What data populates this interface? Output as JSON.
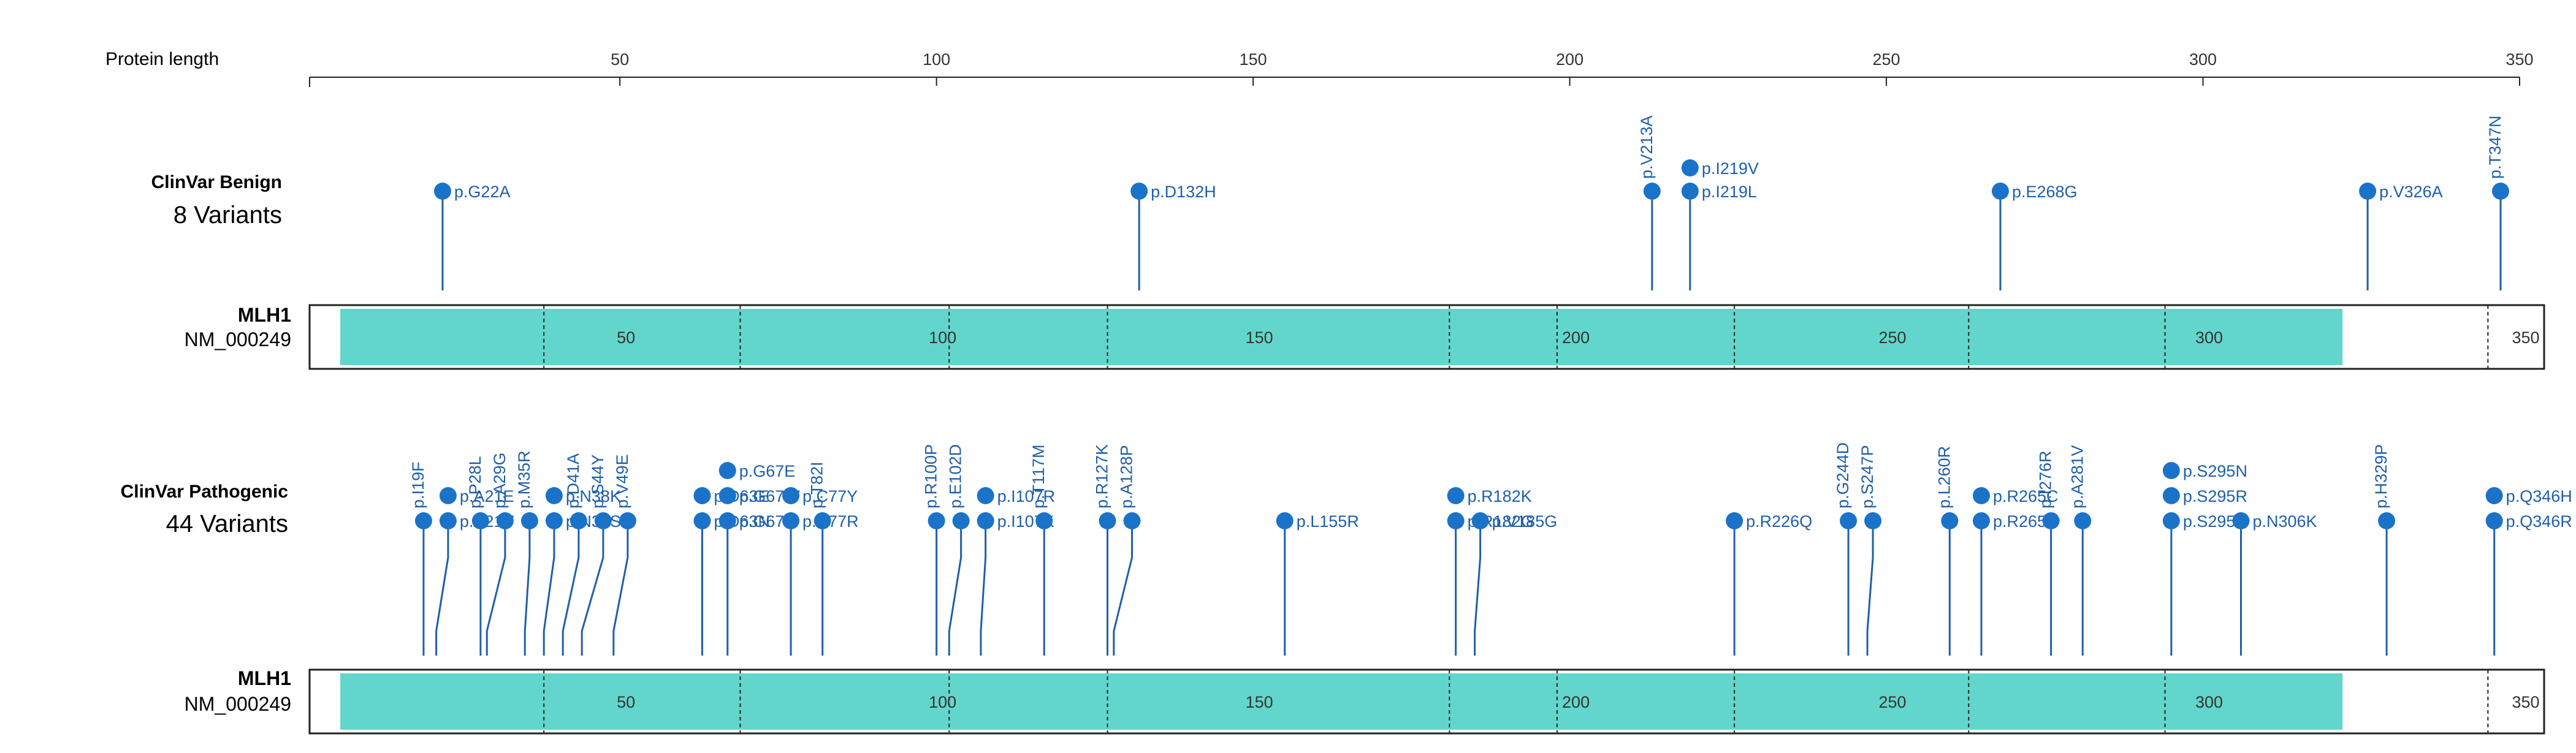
{
  "colors": {
    "marker": "#1a73c8",
    "stem": "#1f5fa8",
    "label": "#1f5fa8",
    "protein_fill": "#62d6cc",
    "protein_border": "#222222",
    "text": "#000000"
  },
  "header": {
    "axis_label": "Protein length"
  },
  "tracks": {
    "benign": {
      "title": "ClinVar Benign",
      "count_text": "8 Variants"
    },
    "pathogenic": {
      "title": "ClinVar Pathogenic",
      "count_text": "44 Variants"
    }
  },
  "gene": {
    "name": "MLH1",
    "transcript": "NM_000249"
  },
  "chart_data": {
    "type": "scatter",
    "title": "",
    "xlabel": "Protein length",
    "ylabel": "",
    "xlim": [
      1,
      350
    ],
    "axis_ticks": [
      50,
      100,
      150,
      200,
      250,
      300,
      350
    ],
    "protein": {
      "start": 1,
      "end": 320,
      "length": 350,
      "tick_labels": [
        50,
        100,
        150,
        200,
        250,
        300,
        350
      ]
    },
    "benign_variants": [
      {
        "pos": 22,
        "labels": [
          "p.G22A"
        ],
        "rotated": false
      },
      {
        "pos": 132,
        "labels": [
          "p.D132H"
        ],
        "rotated": false
      },
      {
        "pos": 213,
        "labels": [
          "p.V213A"
        ],
        "rotated": true
      },
      {
        "pos": 219,
        "labels": [
          "p.I219L",
          "p.I219V"
        ],
        "rotated": false
      },
      {
        "pos": 268,
        "labels": [
          "p.E268G"
        ],
        "rotated": false
      },
      {
        "pos": 326,
        "labels": [
          "p.V326A"
        ],
        "rotated": false
      },
      {
        "pos": 347,
        "labels": [
          "p.T347N"
        ],
        "rotated": true
      }
    ],
    "pathogenic_variants": [
      {
        "pos": 19,
        "labels": [
          "p.I19F"
        ],
        "rotated": true
      },
      {
        "pos": 21,
        "labels": [
          "p.A21V",
          "p.A21E"
        ],
        "rotated": false
      },
      {
        "pos": 28,
        "labels": [
          "p.P28L"
        ],
        "rotated": true
      },
      {
        "pos": 29,
        "labels": [
          "p.A29G"
        ],
        "rotated": true
      },
      {
        "pos": 35,
        "labels": [
          "p.M35R"
        ],
        "rotated": true
      },
      {
        "pos": 38,
        "labels": [
          "p.N38S",
          "p.N38K"
        ],
        "rotated": false
      },
      {
        "pos": 41,
        "labels": [
          "p.D41A"
        ],
        "rotated": true
      },
      {
        "pos": 44,
        "labels": [
          "p.S44Y"
        ],
        "rotated": true
      },
      {
        "pos": 49,
        "labels": [
          "p.V49E"
        ],
        "rotated": true
      },
      {
        "pos": 63,
        "labels": [
          "p.D63N",
          "p.D63E"
        ],
        "rotated": false
      },
      {
        "pos": 67,
        "labels": [
          "p.G67R",
          "p.G67W",
          "p.G67E"
        ],
        "rotated": false
      },
      {
        "pos": 77,
        "labels": [
          "p.C77R",
          "p.C77Y"
        ],
        "rotated": false
      },
      {
        "pos": 82,
        "labels": [
          "p.T82I"
        ],
        "rotated": true
      },
      {
        "pos": 100,
        "labels": [
          "p.R100P"
        ],
        "rotated": true
      },
      {
        "pos": 102,
        "labels": [
          "p.E102D"
        ],
        "rotated": true
      },
      {
        "pos": 107,
        "labels": [
          "p.I107K",
          "p.I107R"
        ],
        "rotated": false
      },
      {
        "pos": 117,
        "labels": [
          "p.T117M"
        ],
        "rotated": true
      },
      {
        "pos": 127,
        "labels": [
          "p.R127K"
        ],
        "rotated": true
      },
      {
        "pos": 128,
        "labels": [
          "p.A128P"
        ],
        "rotated": true
      },
      {
        "pos": 155,
        "labels": [
          "p.L155R"
        ],
        "rotated": false
      },
      {
        "pos": 182,
        "labels": [
          "p.R182G",
          "p.R182K"
        ],
        "rotated": false
      },
      {
        "pos": 185,
        "labels": [
          "p.V185G"
        ],
        "rotated": false
      },
      {
        "pos": 226,
        "labels": [
          "p.R226Q"
        ],
        "rotated": false
      },
      {
        "pos": 244,
        "labels": [
          "p.G244D"
        ],
        "rotated": true
      },
      {
        "pos": 247,
        "labels": [
          "p.S247P"
        ],
        "rotated": true
      },
      {
        "pos": 260,
        "labels": [
          "p.L260R"
        ],
        "rotated": true
      },
      {
        "pos": 265,
        "labels": [
          "p.R265S",
          "p.R265C"
        ],
        "rotated": false
      },
      {
        "pos": 276,
        "labels": [
          "p.I276R"
        ],
        "rotated": true
      },
      {
        "pos": 281,
        "labels": [
          "p.A281V"
        ],
        "rotated": true
      },
      {
        "pos": 295,
        "labels": [
          "p.S295G",
          "p.S295R",
          "p.S295N"
        ],
        "rotated": false
      },
      {
        "pos": 306,
        "labels": [
          "p.N306K"
        ],
        "rotated": false
      },
      {
        "pos": 329,
        "labels": [
          "p.H329P"
        ],
        "rotated": true
      },
      {
        "pos": 346,
        "labels": [
          "p.Q346R",
          "p.Q346H"
        ],
        "rotated": false
      }
    ]
  }
}
